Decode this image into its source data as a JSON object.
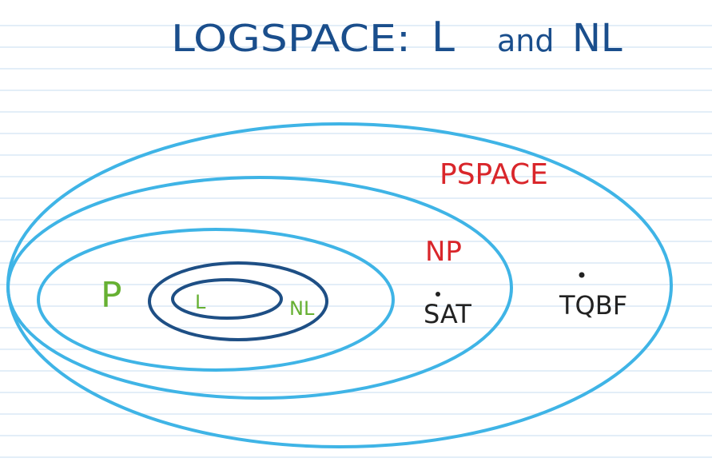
{
  "title": {
    "prefix": "LOGSPACE:",
    "l_symbol": "L",
    "conjunction": "and",
    "nl_symbol": "NL"
  },
  "sets": {
    "pspace": "PSPACE",
    "np": "NP",
    "p": "P",
    "nl": "NL",
    "l": "L"
  },
  "problems": {
    "sat": "SAT",
    "tqbf": "TQBF"
  },
  "colors": {
    "title": "#1a4e8c",
    "outer_rings": "#3fb4e6",
    "inner_rings": "#1e4f85",
    "pspace_label": "#d9262b",
    "np_label": "#d9262b",
    "p_label": "#66b032",
    "l_label": "#66b032",
    "nl_label": "#66b032",
    "problem_label": "#222222"
  }
}
